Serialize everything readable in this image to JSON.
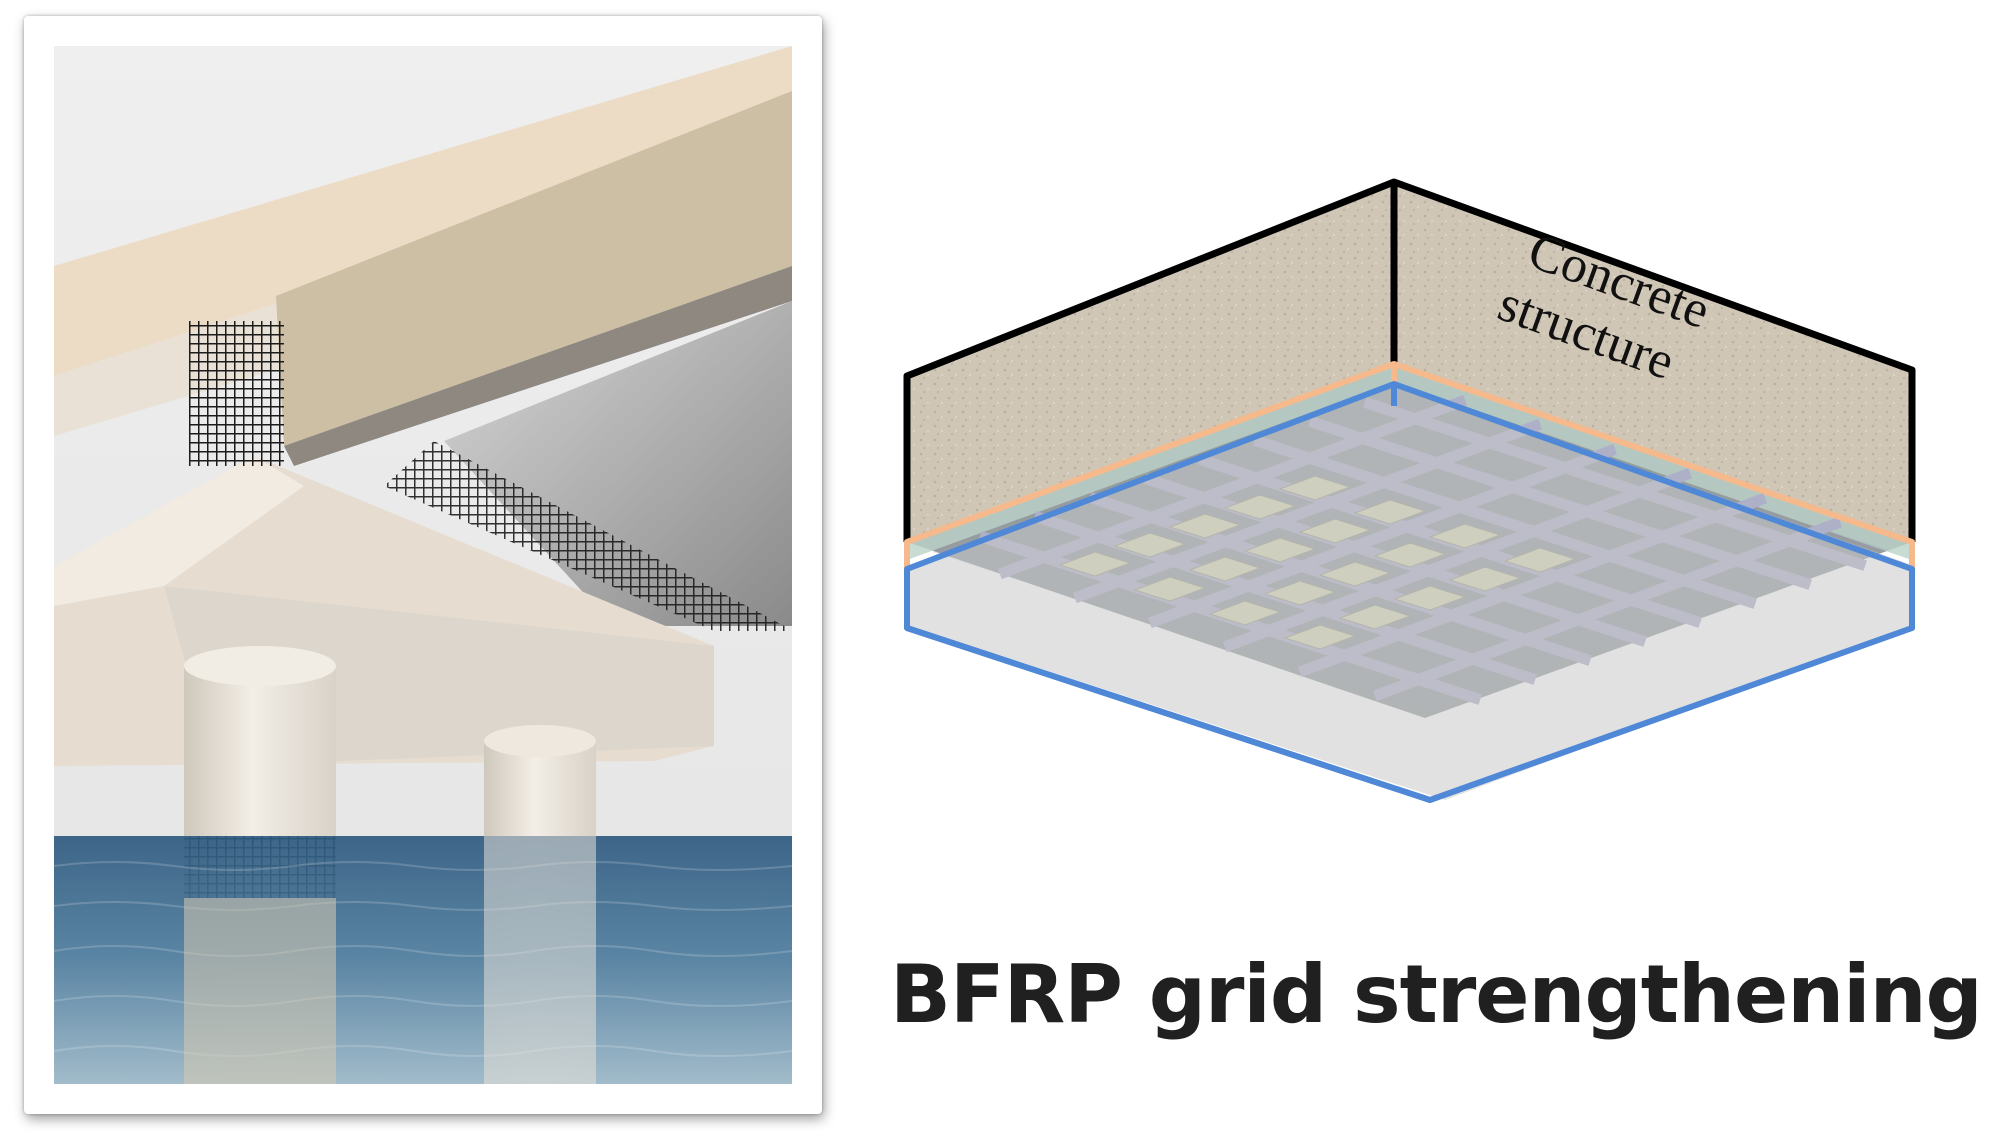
{
  "figure": {
    "caption": "BFRP grid strengthening",
    "structure_label_line1": "Concrete",
    "structure_label_line2": "structure"
  },
  "colors": {
    "water": "#4f7d9e",
    "concrete": "#e9e0d2",
    "bfrp_grid": "#1b1b1b",
    "frame_outline": "#000000",
    "bond_layer_outline": "#f6b98c",
    "cover_layer_outline": "#4f88d6",
    "grid_bar": "#aeb0c8"
  }
}
